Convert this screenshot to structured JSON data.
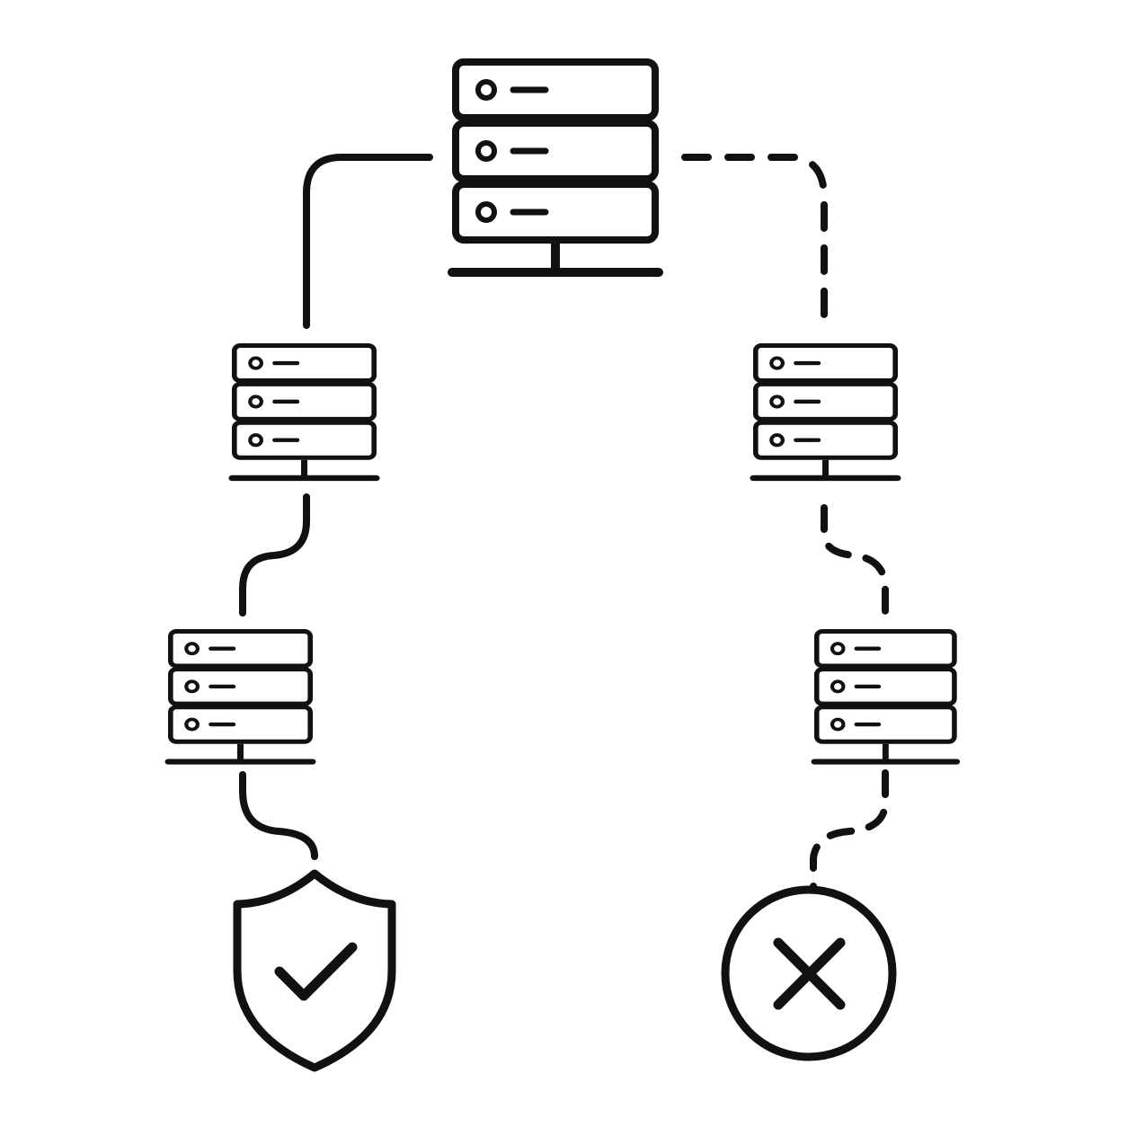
{
  "colors": {
    "background": "#ffffff",
    "stroke": "#111111"
  },
  "nodes": [
    {
      "id": "root-server",
      "icon": "server-rack-icon",
      "units": 3
    },
    {
      "id": "left-server-1",
      "icon": "server-rack-icon",
      "units": 3
    },
    {
      "id": "left-server-2",
      "icon": "server-rack-icon",
      "units": 3
    },
    {
      "id": "right-server-1",
      "icon": "server-rack-icon",
      "units": 3
    },
    {
      "id": "right-server-2",
      "icon": "server-rack-icon",
      "units": 3
    },
    {
      "id": "secure-endpoint",
      "icon": "shield-check-icon"
    },
    {
      "id": "failed-endpoint",
      "icon": "x-circle-icon"
    }
  ],
  "connections": [
    {
      "id": "root-to-left-1",
      "from": "root-server",
      "to": "left-server-1",
      "style": "solid"
    },
    {
      "id": "left-1-to-left-2",
      "from": "left-server-1",
      "to": "left-server-2",
      "style": "solid"
    },
    {
      "id": "left-2-to-shield",
      "from": "left-server-2",
      "to": "secure-endpoint",
      "style": "solid"
    },
    {
      "id": "root-to-right-1",
      "from": "root-server",
      "to": "right-server-1",
      "style": "dashed"
    },
    {
      "id": "right-1-to-right-2",
      "from": "right-server-1",
      "to": "right-server-2",
      "style": "dashed"
    },
    {
      "id": "right-2-to-x",
      "from": "right-server-2",
      "to": "failed-endpoint",
      "style": "dashed"
    }
  ]
}
